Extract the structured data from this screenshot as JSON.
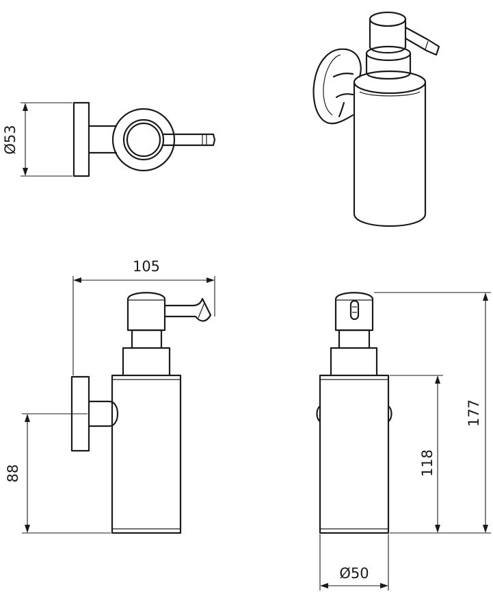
{
  "dimensions": {
    "top_diameter": "Ø53",
    "width": "105",
    "mount_height": "88",
    "body_height": "118",
    "total_height": "177",
    "body_diameter": "Ø50"
  }
}
